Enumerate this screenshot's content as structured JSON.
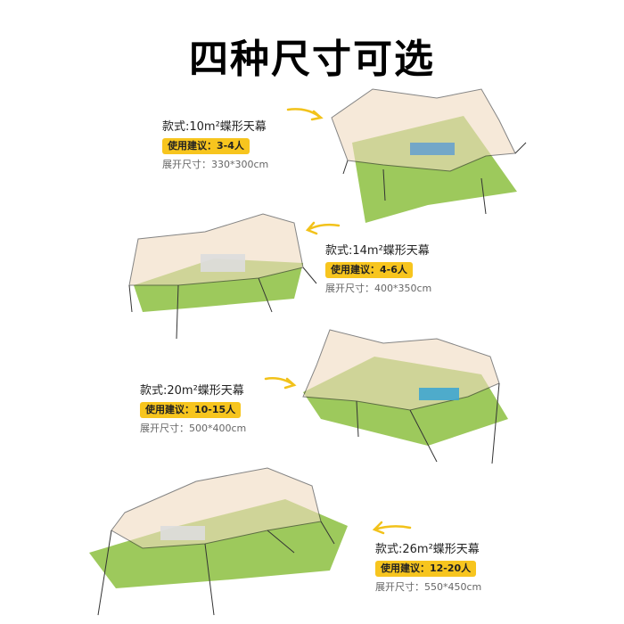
{
  "title": "四种尺寸可选",
  "specs": [
    {
      "name": "款式:10m²蝶形天幕",
      "badge": "使用建议：3-4人",
      "dims": "展开尺寸：330*300cm"
    },
    {
      "name": "款式:14m²蝶形天幕",
      "badge": "使用建议：4-6人",
      "dims": "展开尺寸：400*350cm"
    },
    {
      "name": "款式:20m²蝶形天幕",
      "badge": "使用建议：10-15人",
      "dims": "展开尺寸：500*400cm"
    },
    {
      "name": "款式:26m²蝶形天幕",
      "badge": "使用建议：12-20人",
      "dims": "展开尺寸：550*450cm"
    }
  ],
  "colors": {
    "badge": "#f7c51e",
    "grass": "#8cbf3f",
    "tarp": "#f1dcc0",
    "arrow": "#f2c21a"
  }
}
